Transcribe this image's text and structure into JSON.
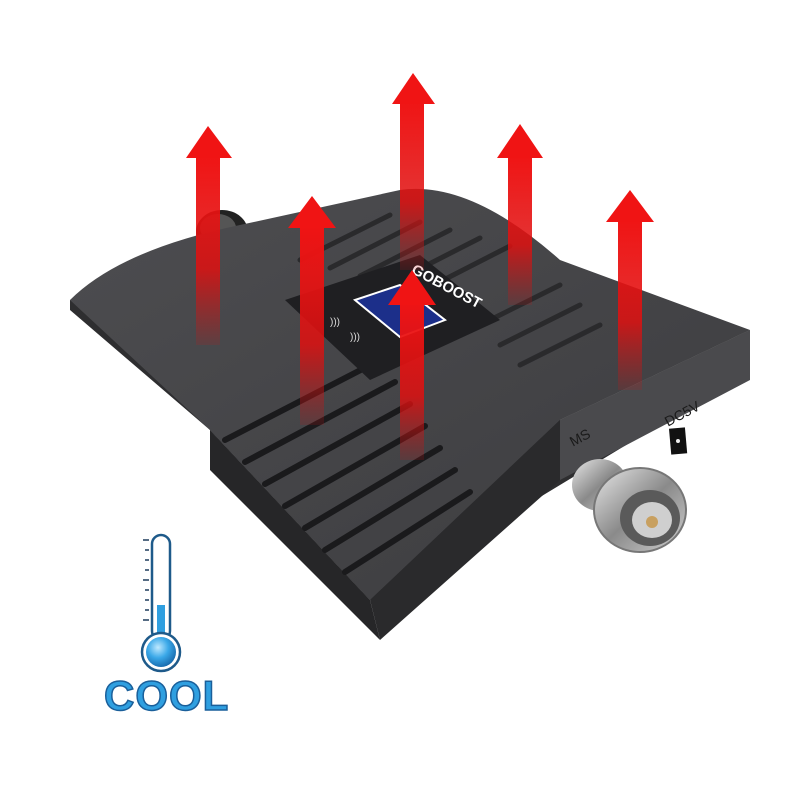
{
  "product": {
    "brand": "GOBOOST",
    "device": "cell signal booster",
    "ports": {
      "ms_label": "MS",
      "dc_label": "DC5V"
    }
  },
  "badge": {
    "icon": "thermometer-icon",
    "label": "COOL",
    "color": "#2f9fe0"
  },
  "arrows": {
    "icon": "heat-arrow-up-icon",
    "count": 6,
    "color": "#e01010"
  },
  "colors": {
    "device_body": "#3a3a3c",
    "device_top": "#4a4a4d",
    "label_panel": "#1f1f22",
    "screen_blue": "#1c2f8a",
    "metal": "#b8b8b8"
  }
}
